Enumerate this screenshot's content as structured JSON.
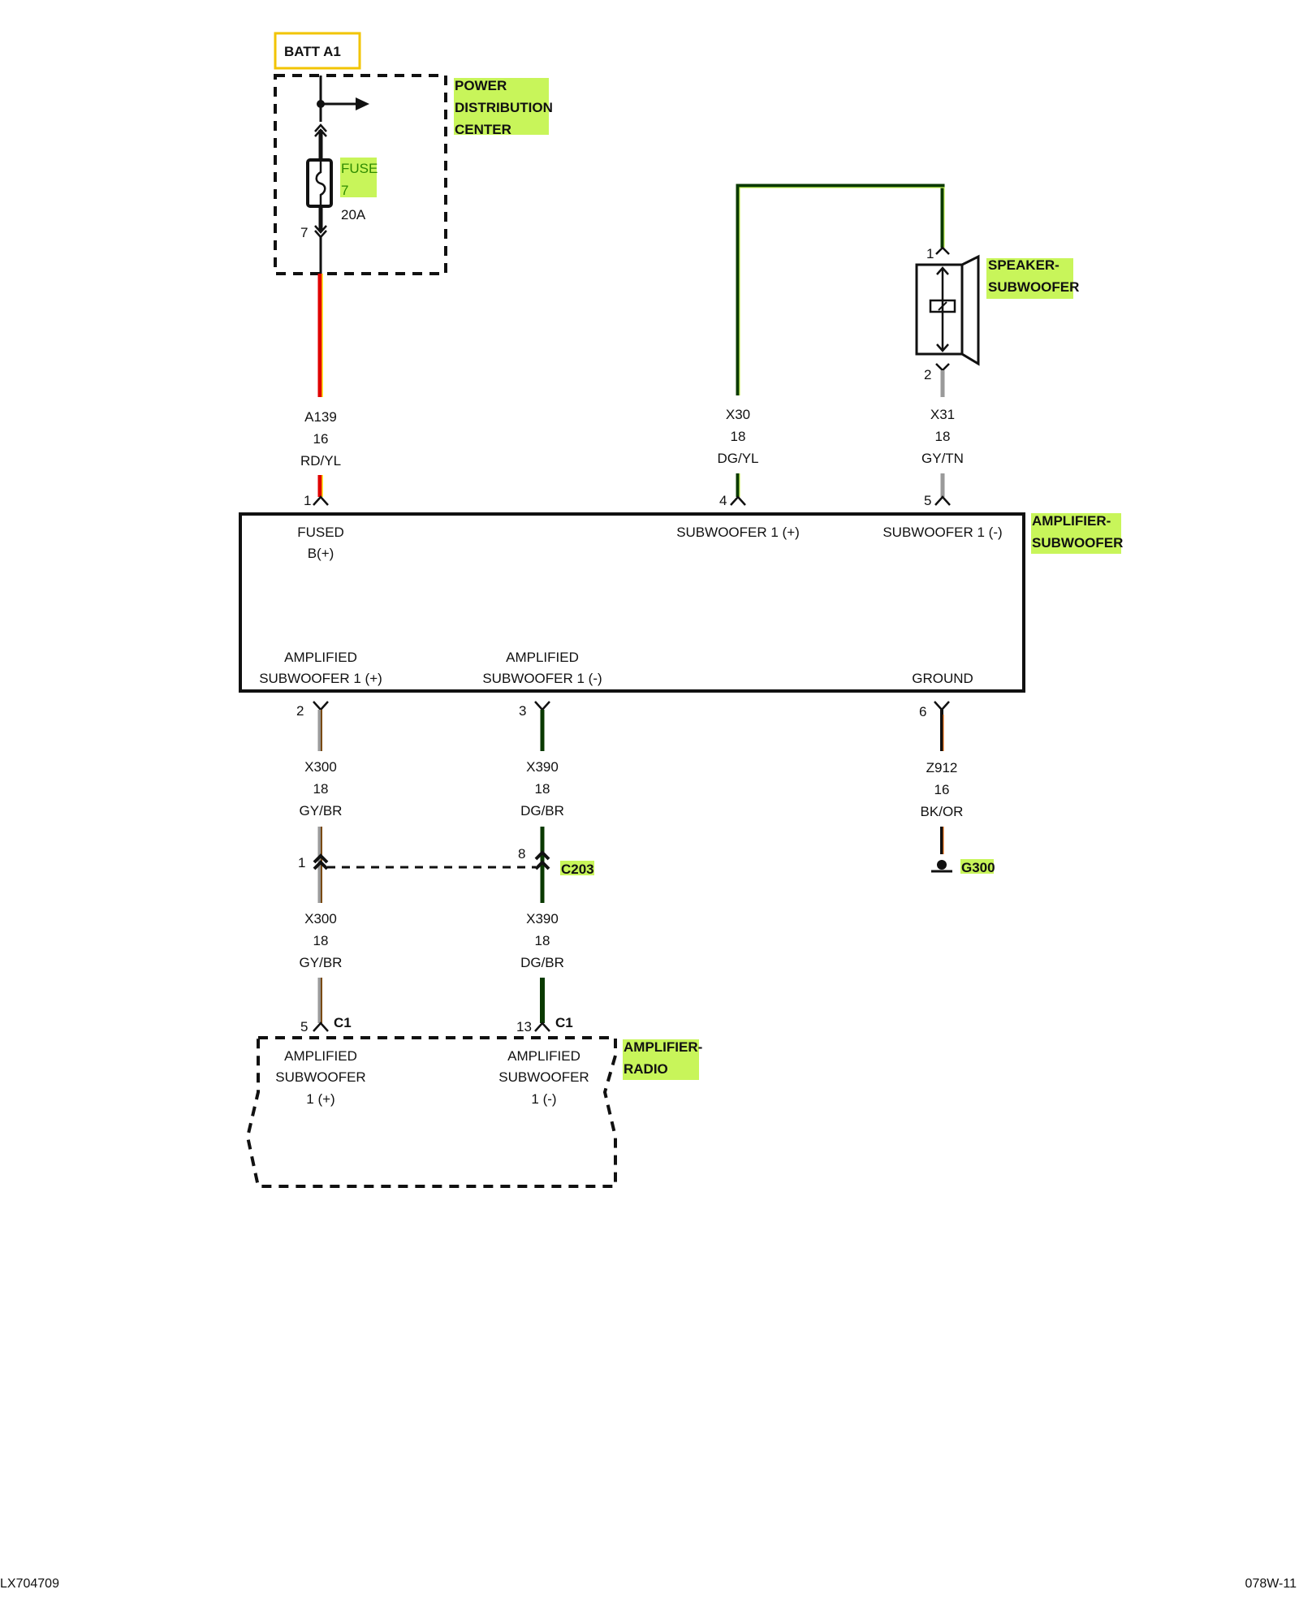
{
  "diagram": {
    "title_source": "BATT A1",
    "components": {
      "pdc": {
        "label_lines": [
          "POWER",
          "DISTRIBUTION",
          "CENTER"
        ]
      },
      "fuse": {
        "label_lines": [
          "FUSE",
          "7"
        ],
        "rating": "20A",
        "pin": "7"
      },
      "speaker": {
        "label_lines": [
          "SPEAKER-",
          "SUBWOOFER"
        ],
        "pin_top": "1",
        "pin_bottom": "2"
      },
      "amplifier_subwoofer": {
        "label_lines": [
          "AMPLIFIER-",
          "SUBWOOFER"
        ],
        "pins": {
          "p1": {
            "num": "1",
            "lines": [
              "FUSED",
              "B(+)"
            ]
          },
          "p4": {
            "num": "4",
            "lines": [
              "SUBWOOFER 1 (+)"
            ]
          },
          "p5": {
            "num": "5",
            "lines": [
              "SUBWOOFER 1 (-)"
            ]
          },
          "p2": {
            "num": "2",
            "lines": [
              "AMPLIFIED",
              "SUBWOOFER 1 (+)"
            ]
          },
          "p3": {
            "num": "3",
            "lines": [
              "AMPLIFIED",
              "SUBWOOFER 1 (-)"
            ]
          },
          "p6": {
            "num": "6",
            "lines": [
              "GROUND"
            ]
          }
        }
      },
      "amplifier_radio": {
        "label_lines": [
          "AMPLIFIER-",
          "RADIO"
        ],
        "pins": {
          "p5": {
            "num": "5",
            "connector": "C1",
            "lines": [
              "AMPLIFIED",
              "SUBWOOFER",
              "1 (+)"
            ]
          },
          "p13": {
            "num": "13",
            "connector": "C1",
            "lines": [
              "AMPLIFIED",
              "SUBWOOFER",
              "1 (-)"
            ]
          }
        }
      },
      "c203": {
        "label": "C203",
        "pin_left": "1",
        "pin_right": "8"
      },
      "ground": {
        "label": "G300"
      }
    },
    "wires": {
      "a139": {
        "circuit": "A139",
        "gauge": "16",
        "color": "RD/YL",
        "primary": "#e00000",
        "stripe": "#ffe000"
      },
      "x30": {
        "circuit": "X30",
        "gauge": "18",
        "color": "DG/YL",
        "primary": "#0a3a00",
        "stripe": "#c8f55a"
      },
      "x31": {
        "circuit": "X31",
        "gauge": "18",
        "color": "GY/TN",
        "primary": "#9a9a9a",
        "stripe": "#c8b48a"
      },
      "x300_upper": {
        "circuit": "X300",
        "gauge": "18",
        "color": "GY/BR",
        "primary": "#9a9a9a",
        "stripe": "#7a4a10"
      },
      "x390_upper": {
        "circuit": "X390",
        "gauge": "18",
        "color": "DG/BR",
        "primary": "#0a3a00",
        "stripe": "#7a4a10"
      },
      "z912": {
        "circuit": "Z912",
        "gauge": "16",
        "color": "BK/OR",
        "primary": "#111111",
        "stripe": "#ff6a00"
      },
      "x300_lower": {
        "circuit": "X300",
        "gauge": "18",
        "color": "GY/BR"
      },
      "x390_lower": {
        "circuit": "X390",
        "gauge": "18",
        "color": "DG/BR"
      }
    },
    "highlight_color": "#c8f55a",
    "batt_border_color": "#f2c400"
  },
  "footer": {
    "left": "LX704709",
    "right": "078W-11"
  }
}
